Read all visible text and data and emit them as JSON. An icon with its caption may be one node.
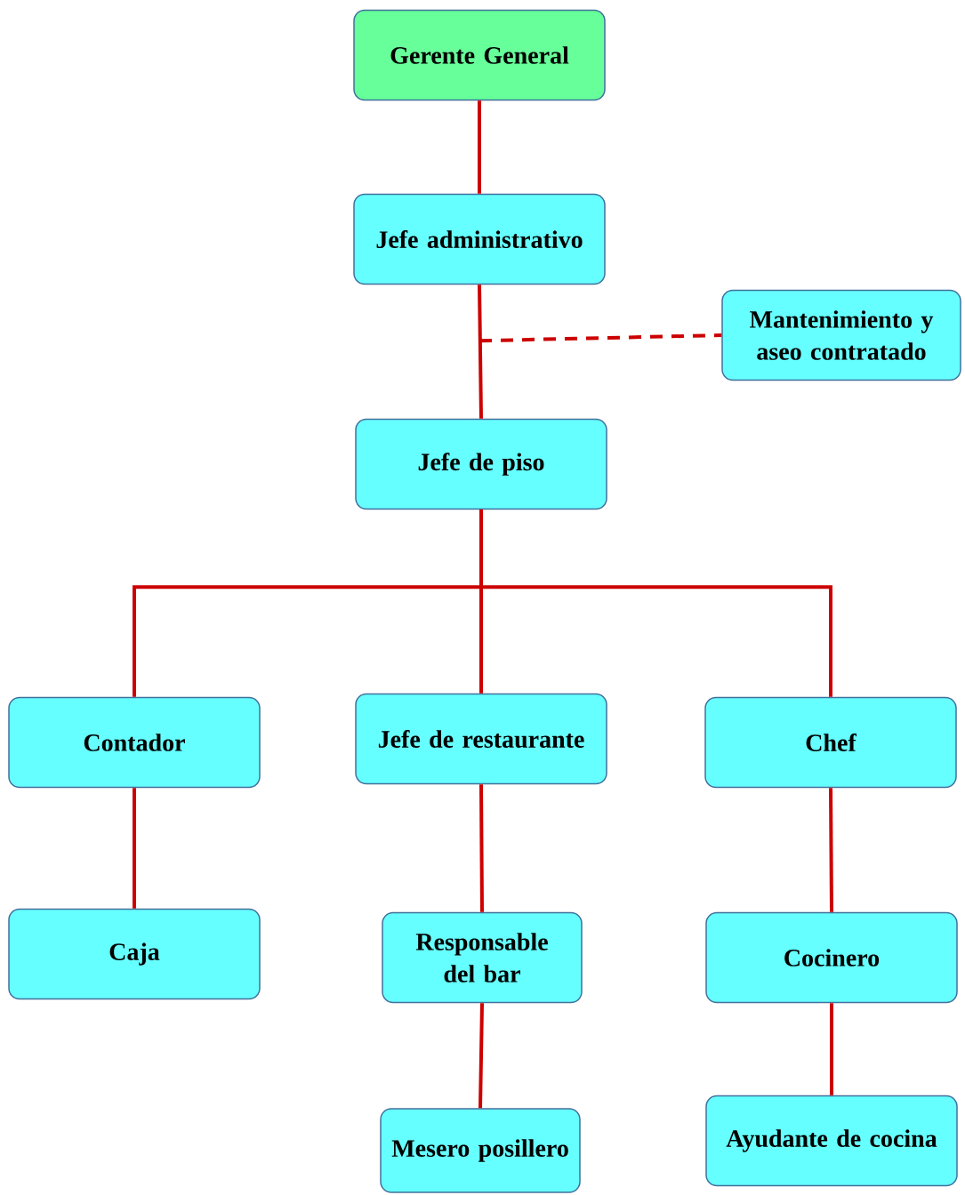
{
  "diagram": {
    "nodes": [
      {
        "text": [
          "Gerente General"
        ]
      },
      {
        "text": [
          "Jefe administrativo"
        ]
      },
      {
        "text": [
          "Mantenimiento y aseo contratado"
        ]
      },
      {
        "text": [
          "Jefe de piso"
        ]
      },
      {
        "text": [
          "Contador"
        ]
      },
      {
        "text": [
          "Jefe de restaurante"
        ]
      },
      {
        "text": [
          "Chef"
        ]
      },
      {
        "text": [
          "Caja"
        ]
      },
      {
        "text": [
          "Responsable del bar"
        ]
      },
      {
        "text": [
          "Cocinero"
        ]
      },
      {
        "text": [
          "Mesero posillero"
        ]
      },
      {
        "text": [
          "Ayudante de cocina"
        ]
      }
    ],
    "edges": [
      {
        "from": 0,
        "to": 1,
        "arrow": "none"
      },
      {
        "from": 1,
        "to": 3,
        "arrow": "none"
      },
      {
        "from": 1,
        "to": 2,
        "arrow": "none",
        "style": "dashed"
      },
      {
        "from": 3,
        "to": 4,
        "arrow": "none"
      },
      {
        "from": 3,
        "to": 5,
        "arrow": "none"
      },
      {
        "from": 3,
        "to": 6,
        "arrow": "none"
      },
      {
        "from": 4,
        "to": 7,
        "arrow": "none"
      },
      {
        "from": 5,
        "to": 8,
        "arrow": "none"
      },
      {
        "from": 8,
        "to": 10,
        "arrow": "none"
      },
      {
        "from": 6,
        "to": 9,
        "arrow": "none"
      },
      {
        "from": 9,
        "to": 11,
        "arrow": "none"
      }
    ]
  }
}
